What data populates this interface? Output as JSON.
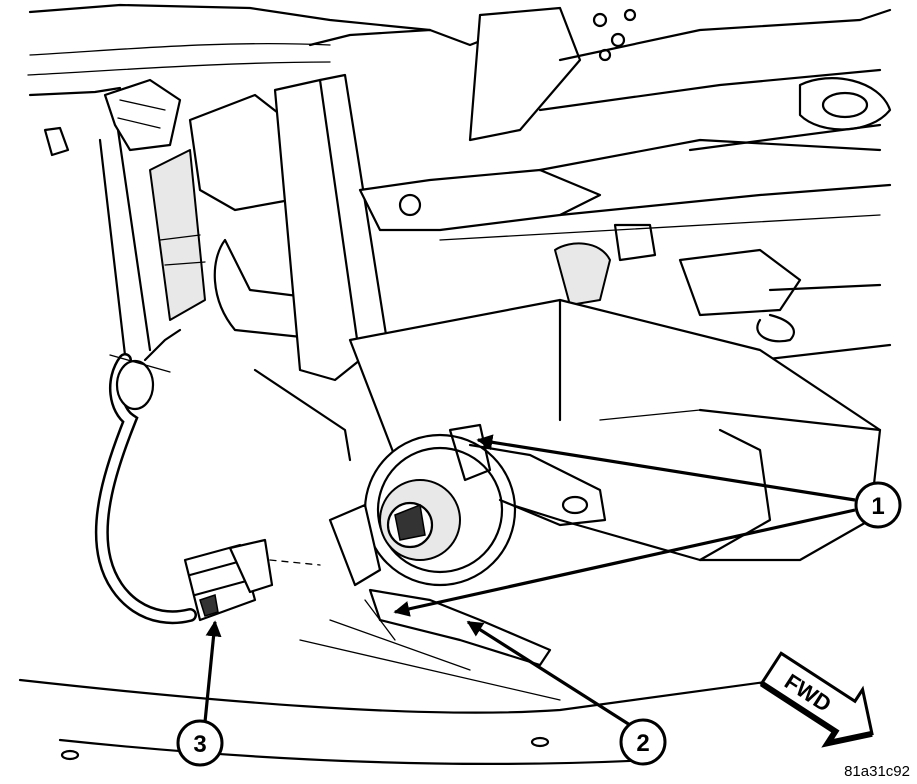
{
  "callouts": [
    {
      "id": "1",
      "label": "1"
    },
    {
      "id": "2",
      "label": "2"
    },
    {
      "id": "3",
      "label": "3"
    }
  ],
  "direction_arrow": {
    "label": "FWD"
  },
  "figure_id": "81a31c92",
  "colors": {
    "line": "#000000",
    "background": "#ffffff",
    "shade": "#e8e8e8"
  }
}
